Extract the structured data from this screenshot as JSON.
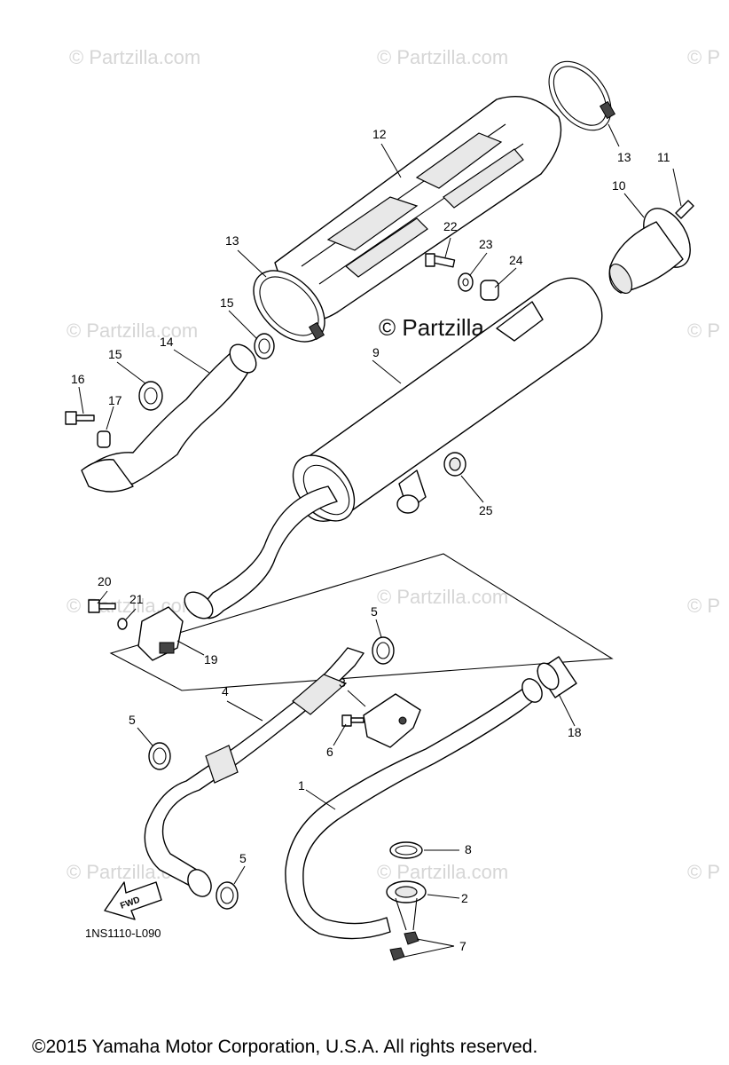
{
  "watermarks": [
    "© Partzilla.com",
    "© Partzilla.com",
    "© P",
    "© Partzilla.com",
    "© P",
    "© Partzilla.com",
    "© Partzilla.com",
    "© P",
    "© Partzilla.com",
    "© Partzilla.com",
    "© P"
  ],
  "center_watermark": "© Partzilla.com",
  "callouts": [
    "12",
    "13",
    "11",
    "10",
    "22",
    "23",
    "24",
    "13",
    "15",
    "14",
    "15",
    "16",
    "17",
    "9",
    "25",
    "20",
    "21",
    "19",
    "5",
    "4",
    "3",
    "5",
    "6",
    "18",
    "1",
    "8",
    "5",
    "2",
    "7"
  ],
  "diagram_code": "1NS1110-L090",
  "fwd_label": "FWD",
  "copyright": "©2015  Yamaha Motor Corporation, U.S.A. All rights reserved."
}
